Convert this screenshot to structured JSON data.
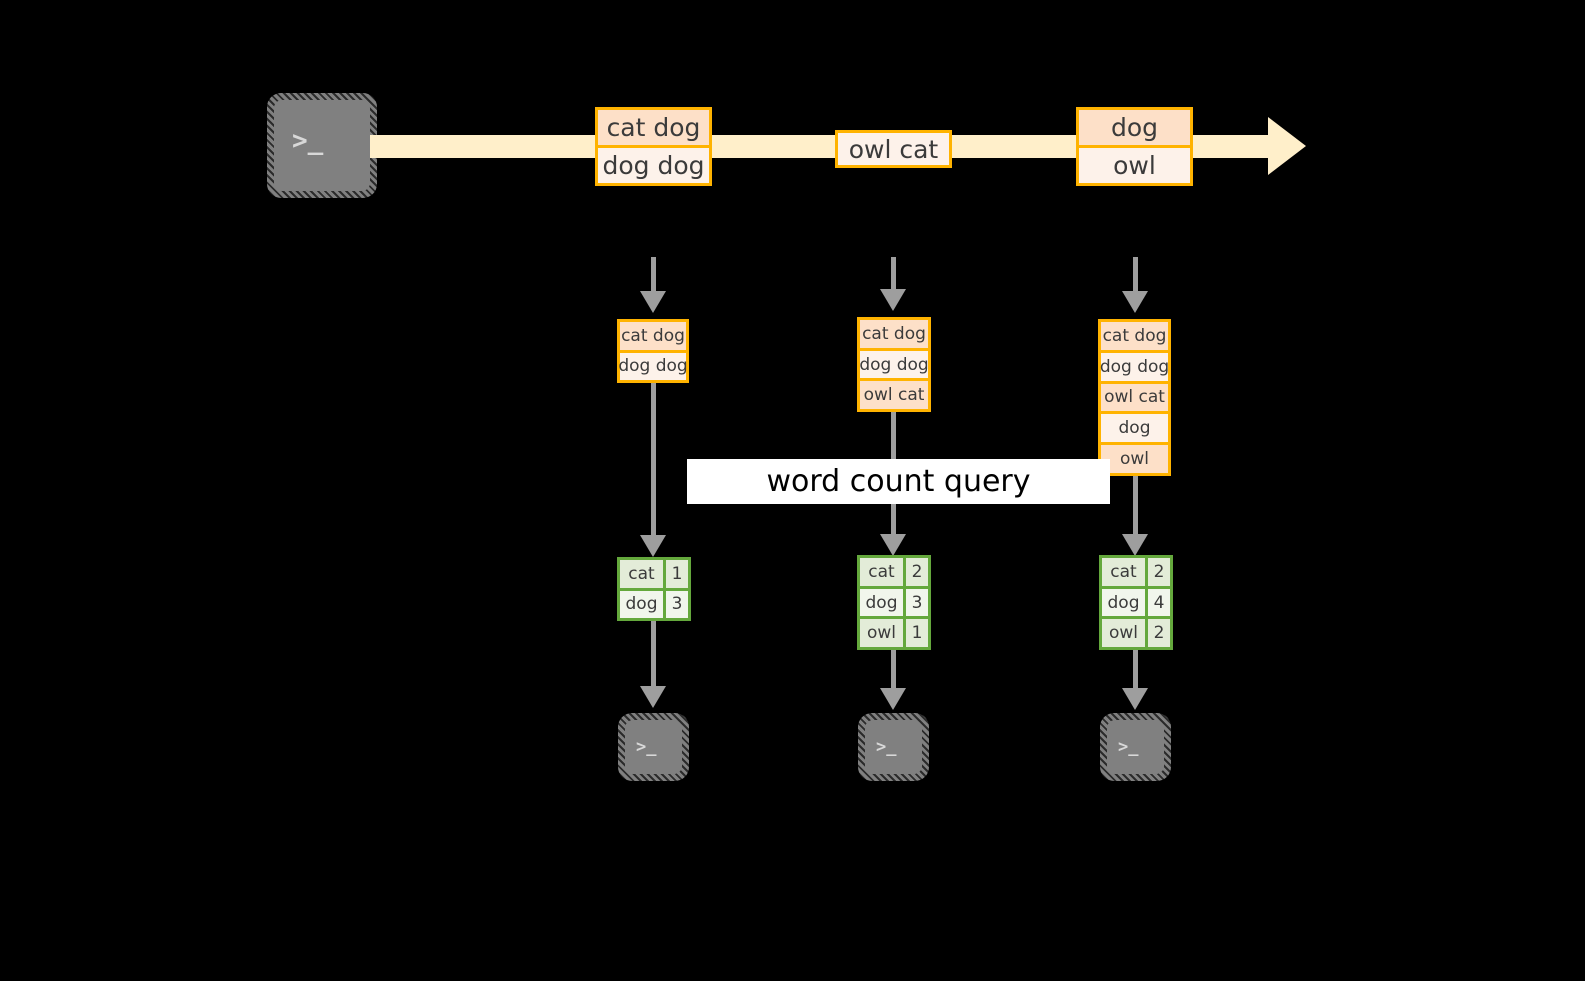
{
  "diagram": {
    "title_banner": "word count query",
    "colors": {
      "background": "#000000",
      "stream_band": "#ffefca",
      "record_border": "#ffb300",
      "record_fill_dark": "#fde0c8",
      "record_fill_light": "#fdf2ea",
      "table_border": "#64a83c",
      "table_fill_dark": "#e3ecd8",
      "table_fill_light": "#f1f6ec",
      "connector": "#9e9e9e",
      "terminal_fill": "#808080",
      "banner_fill": "#ffffff"
    }
  },
  "source": {
    "icon": "terminal-icon",
    "glyph": ">_"
  },
  "stream": {
    "records": [
      {
        "id": "rec-1",
        "lines": [
          "cat dog",
          "dog dog"
        ]
      },
      {
        "id": "rec-2",
        "lines": [
          "owl cat"
        ]
      },
      {
        "id": "rec-3",
        "lines": [
          "dog",
          "owl"
        ]
      }
    ]
  },
  "snapshots": [
    {
      "id": "snapshot-1",
      "input_lines": [
        "cat dog",
        "dog dog"
      ],
      "result": {
        "rows": [
          {
            "word": "cat",
            "count": "1"
          },
          {
            "word": "dog",
            "count": "3"
          }
        ]
      },
      "sink": {
        "icon": "terminal-icon",
        "glyph": ">_"
      }
    },
    {
      "id": "snapshot-2",
      "input_lines": [
        "cat dog",
        "dog dog",
        "owl cat"
      ],
      "result": {
        "rows": [
          {
            "word": "cat",
            "count": "2"
          },
          {
            "word": "dog",
            "count": "3"
          },
          {
            "word": "owl",
            "count": "1"
          }
        ]
      },
      "sink": {
        "icon": "terminal-icon",
        "glyph": ">_"
      }
    },
    {
      "id": "snapshot-3",
      "input_lines": [
        "cat dog",
        "dog dog",
        "owl cat",
        "dog",
        "owl"
      ],
      "result": {
        "rows": [
          {
            "word": "cat",
            "count": "2"
          },
          {
            "word": "dog",
            "count": "4"
          },
          {
            "word": "owl",
            "count": "2"
          }
        ]
      },
      "sink": {
        "icon": "terminal-icon",
        "glyph": ">_"
      }
    }
  ]
}
